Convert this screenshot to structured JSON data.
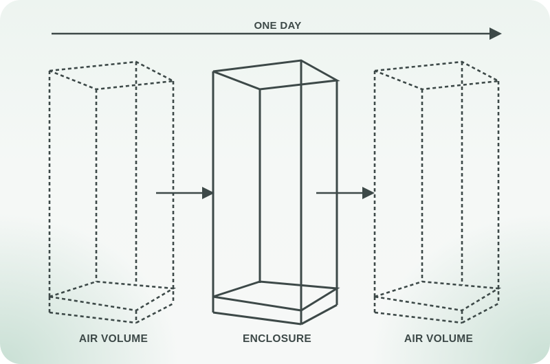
{
  "diagram": {
    "timeline_label": "ONE DAY",
    "left_label": "AIR VOLUME",
    "center_label": "ENCLOSURE",
    "right_label": "AIR VOLUME",
    "colors": {
      "stroke": "#3d4948",
      "background": "#eef4f1",
      "corner_tint": "#b9d7c8"
    }
  }
}
